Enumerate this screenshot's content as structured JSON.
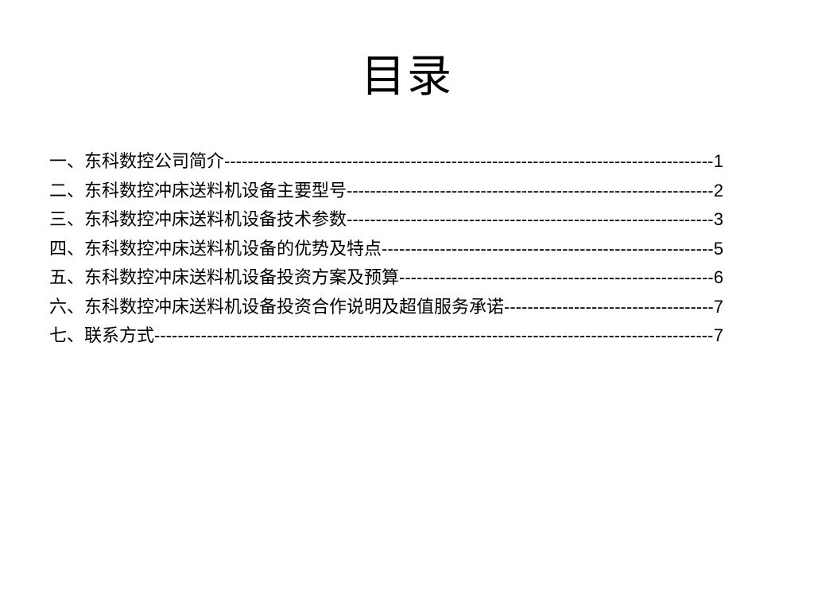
{
  "slide": {
    "title": "目录",
    "toc": [
      {
        "label": "一、东科数控公司简介",
        "page": "1"
      },
      {
        "label": "二、东科数控冲床送料机设备主要型号",
        "page": "2"
      },
      {
        "label": "三、东科数控冲床送料机设备技术参数",
        "page": "3"
      },
      {
        "label": "四、东科数控冲床送料机设备的优势及特点",
        "page": "5"
      },
      {
        "label": "五、东科数控冲床送料机设备投资方案及预算",
        "page": "6"
      },
      {
        "label": "六、东科数控冲床送料机设备投资合作说明及超值服务承诺",
        "page": "7"
      },
      {
        "label": "七、联系方式",
        "page": "7"
      }
    ]
  }
}
